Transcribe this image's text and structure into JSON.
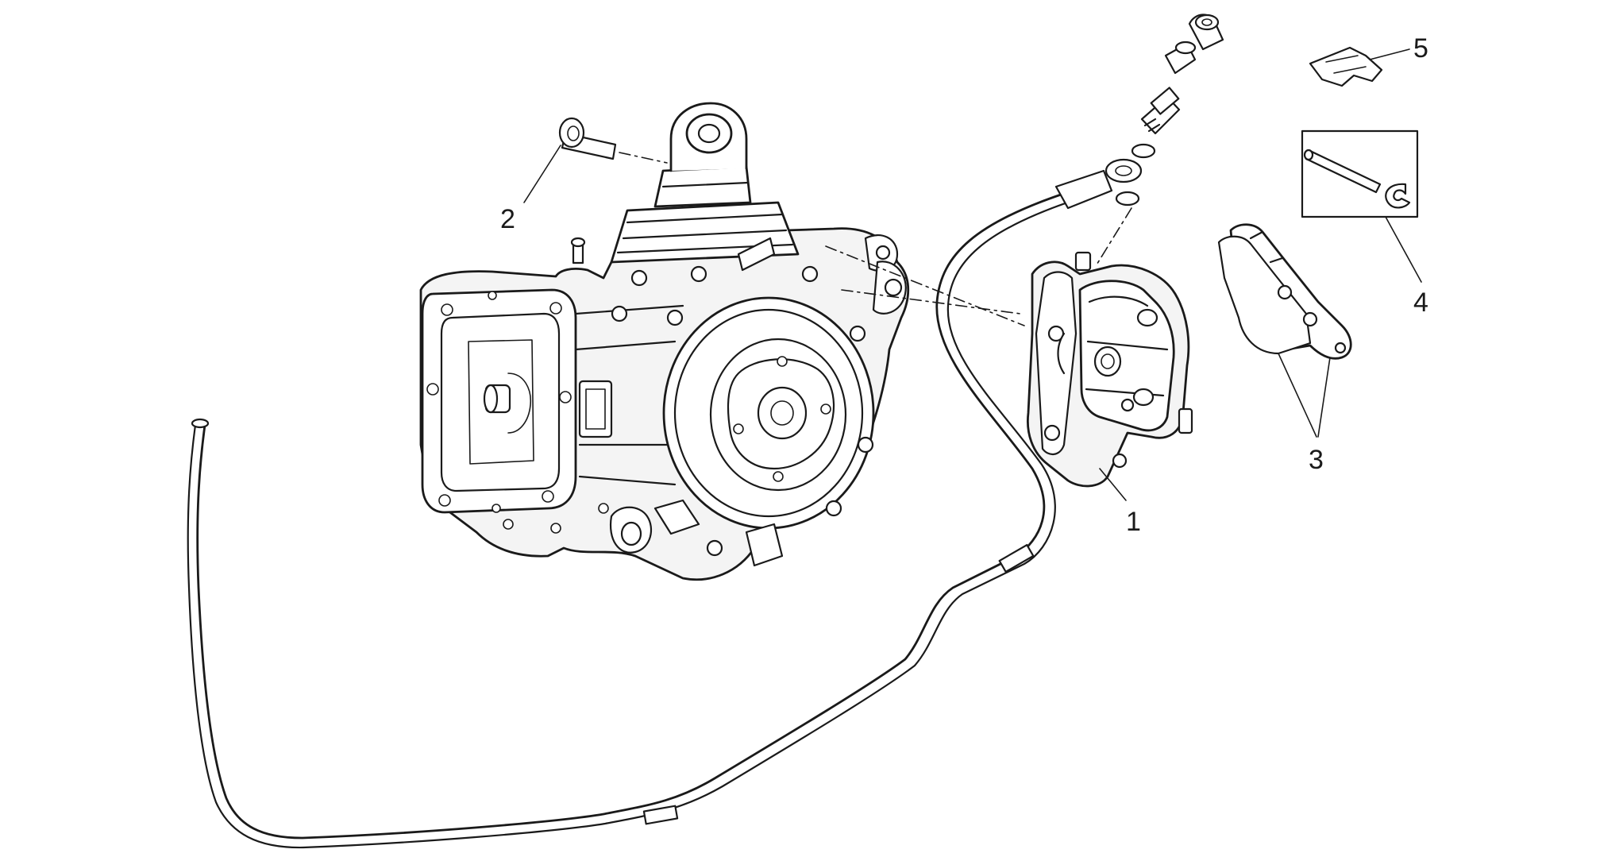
{
  "diagram": {
    "type": "exploded parts diagram",
    "colors": {
      "ink": "#1a1a1a",
      "background": "#ffffff"
    },
    "callouts": [
      {
        "id": "1",
        "label": "1"
      },
      {
        "id": "2",
        "label": "2"
      },
      {
        "id": "3",
        "label": "3"
      },
      {
        "id": "4",
        "label": "4"
      },
      {
        "id": "5",
        "label": "5"
      }
    ]
  }
}
